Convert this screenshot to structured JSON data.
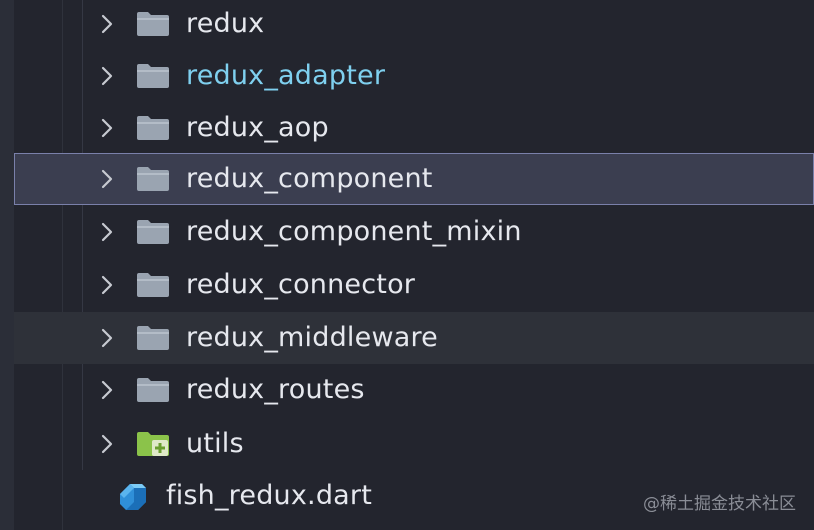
{
  "tree": {
    "folders": [
      {
        "label": "redux",
        "state": "normal",
        "icon": "folder-icon"
      },
      {
        "label": "redux_adapter",
        "state": "accent",
        "icon": "folder-icon"
      },
      {
        "label": "redux_aop",
        "state": "normal",
        "icon": "folder-icon"
      },
      {
        "label": "redux_component",
        "state": "selected",
        "icon": "folder-icon"
      },
      {
        "label": "redux_component_mixin",
        "state": "normal",
        "icon": "folder-icon"
      },
      {
        "label": "redux_connector",
        "state": "normal",
        "icon": "folder-icon"
      },
      {
        "label": "redux_middleware",
        "state": "hovered",
        "icon": "folder-icon"
      },
      {
        "label": "redux_routes",
        "state": "normal",
        "icon": "folder-icon"
      },
      {
        "label": "utils",
        "state": "normal",
        "icon": "utils-folder-icon"
      }
    ],
    "file": {
      "label": "fish_redux.dart",
      "icon": "dart-file-icon"
    }
  },
  "watermark": "@稀土掘金技术社区",
  "colors": {
    "background": "#23252e",
    "text": "#e6e8ee",
    "accent_text": "#7fd0ef",
    "folder": "#9aa4b1",
    "utils_folder": "#8bc34a",
    "selected_bg": "#3b3e50",
    "selected_border": "#7a80aa",
    "dart_blue": "#2f8fd8"
  }
}
